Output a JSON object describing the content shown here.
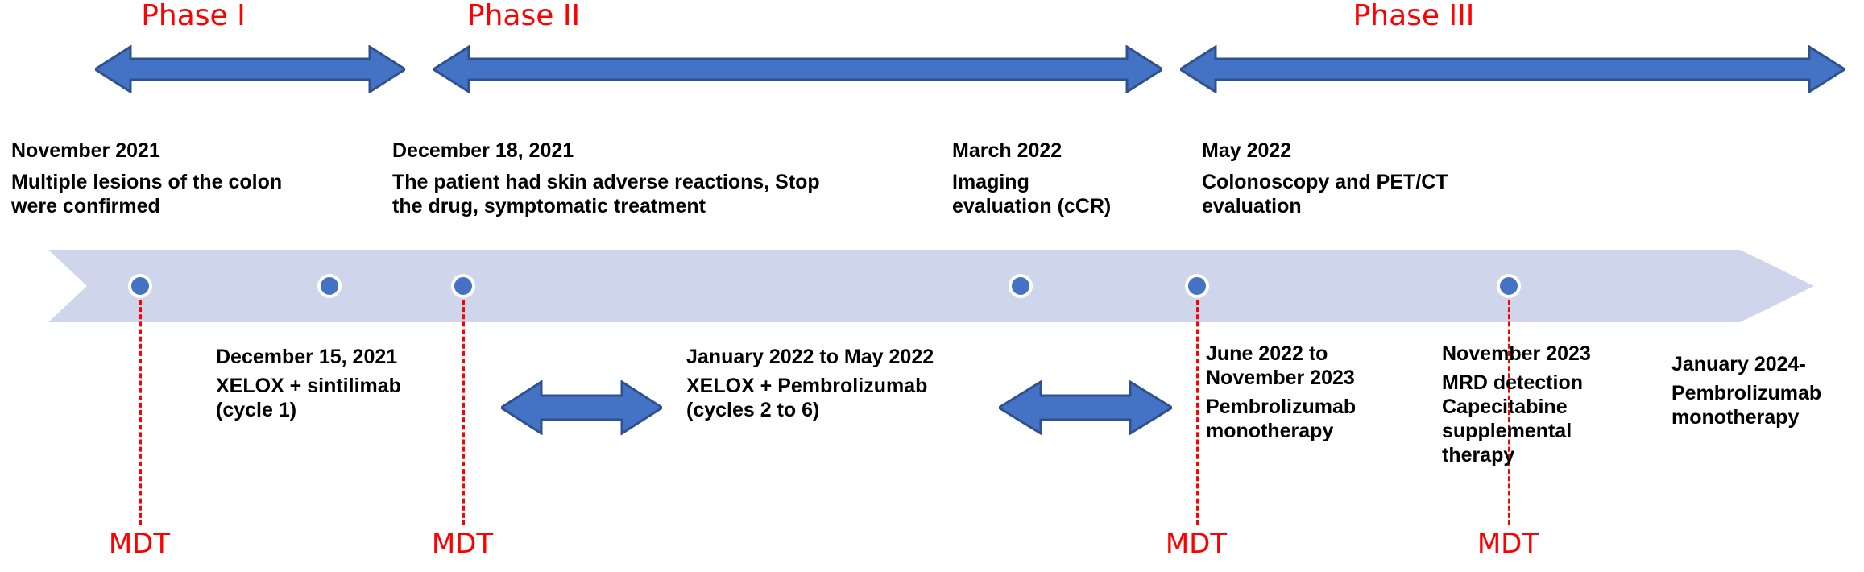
{
  "figure": {
    "type": "clinical-treatment-timeline",
    "colors": {
      "arrow_fill": "#4472C4",
      "arrow_stroke": "#2F528F",
      "timeline_bar": "#CFD5EA",
      "dot_fill": "#4472C4",
      "dot_ring": "#FFFFFF",
      "phase_label": "#FF0000",
      "mdt_label": "#FF0000",
      "dashed_line": "#FF0000",
      "text": "#000000",
      "background": "#FFFFFF"
    }
  },
  "phases": [
    {
      "label": "Phase I",
      "arrow_name": "phase-1-arrow"
    },
    {
      "label": "Phase II",
      "arrow_name": "phase-2-arrow"
    },
    {
      "label": "Phase III",
      "arrow_name": "phase-3-arrow"
    }
  ],
  "events_above": [
    {
      "date": "November 2021",
      "description": "Multiple lesions of the colon\nwere confirmed"
    },
    {
      "date": "December 18, 2021",
      "description": "The patient had skin adverse reactions, Stop\nthe drug, symptomatic treatment"
    },
    {
      "date": "March 2022",
      "description": "Imaging\nevaluation (cCR)"
    },
    {
      "date": "May 2022",
      "description": "Colonoscopy and PET/CT\nevaluation"
    }
  ],
  "events_below": [
    {
      "date": "December 15, 2021",
      "description": "XELOX + sintilimab\n(cycle 1)"
    },
    {
      "date": "January 2022 to May 2022",
      "description": "XELOX + Pembrolizumab\n(cycles 2 to 6)"
    },
    {
      "date": "June 2022 to\nNovember 2023",
      "description": "Pembrolizumab\nmonotherapy"
    },
    {
      "date": "November 2023",
      "description": "MRD detection\nCapecitabine\nsupplemental\ntherapy"
    },
    {
      "date": "January 2024-",
      "description": "Pembrolizumab\nmonotherapy"
    }
  ],
  "mdt_markers": [
    {
      "label": "MDT"
    },
    {
      "label": "MDT"
    },
    {
      "label": "MDT"
    },
    {
      "label": "MDT"
    }
  ],
  "milestones": [
    {
      "name": "milestone-november-2021"
    },
    {
      "name": "milestone-december-15-2021"
    },
    {
      "name": "milestone-december-18-2021"
    },
    {
      "name": "milestone-march-2022"
    },
    {
      "name": "milestone-may-2022"
    },
    {
      "name": "milestone-november-2023"
    }
  ]
}
